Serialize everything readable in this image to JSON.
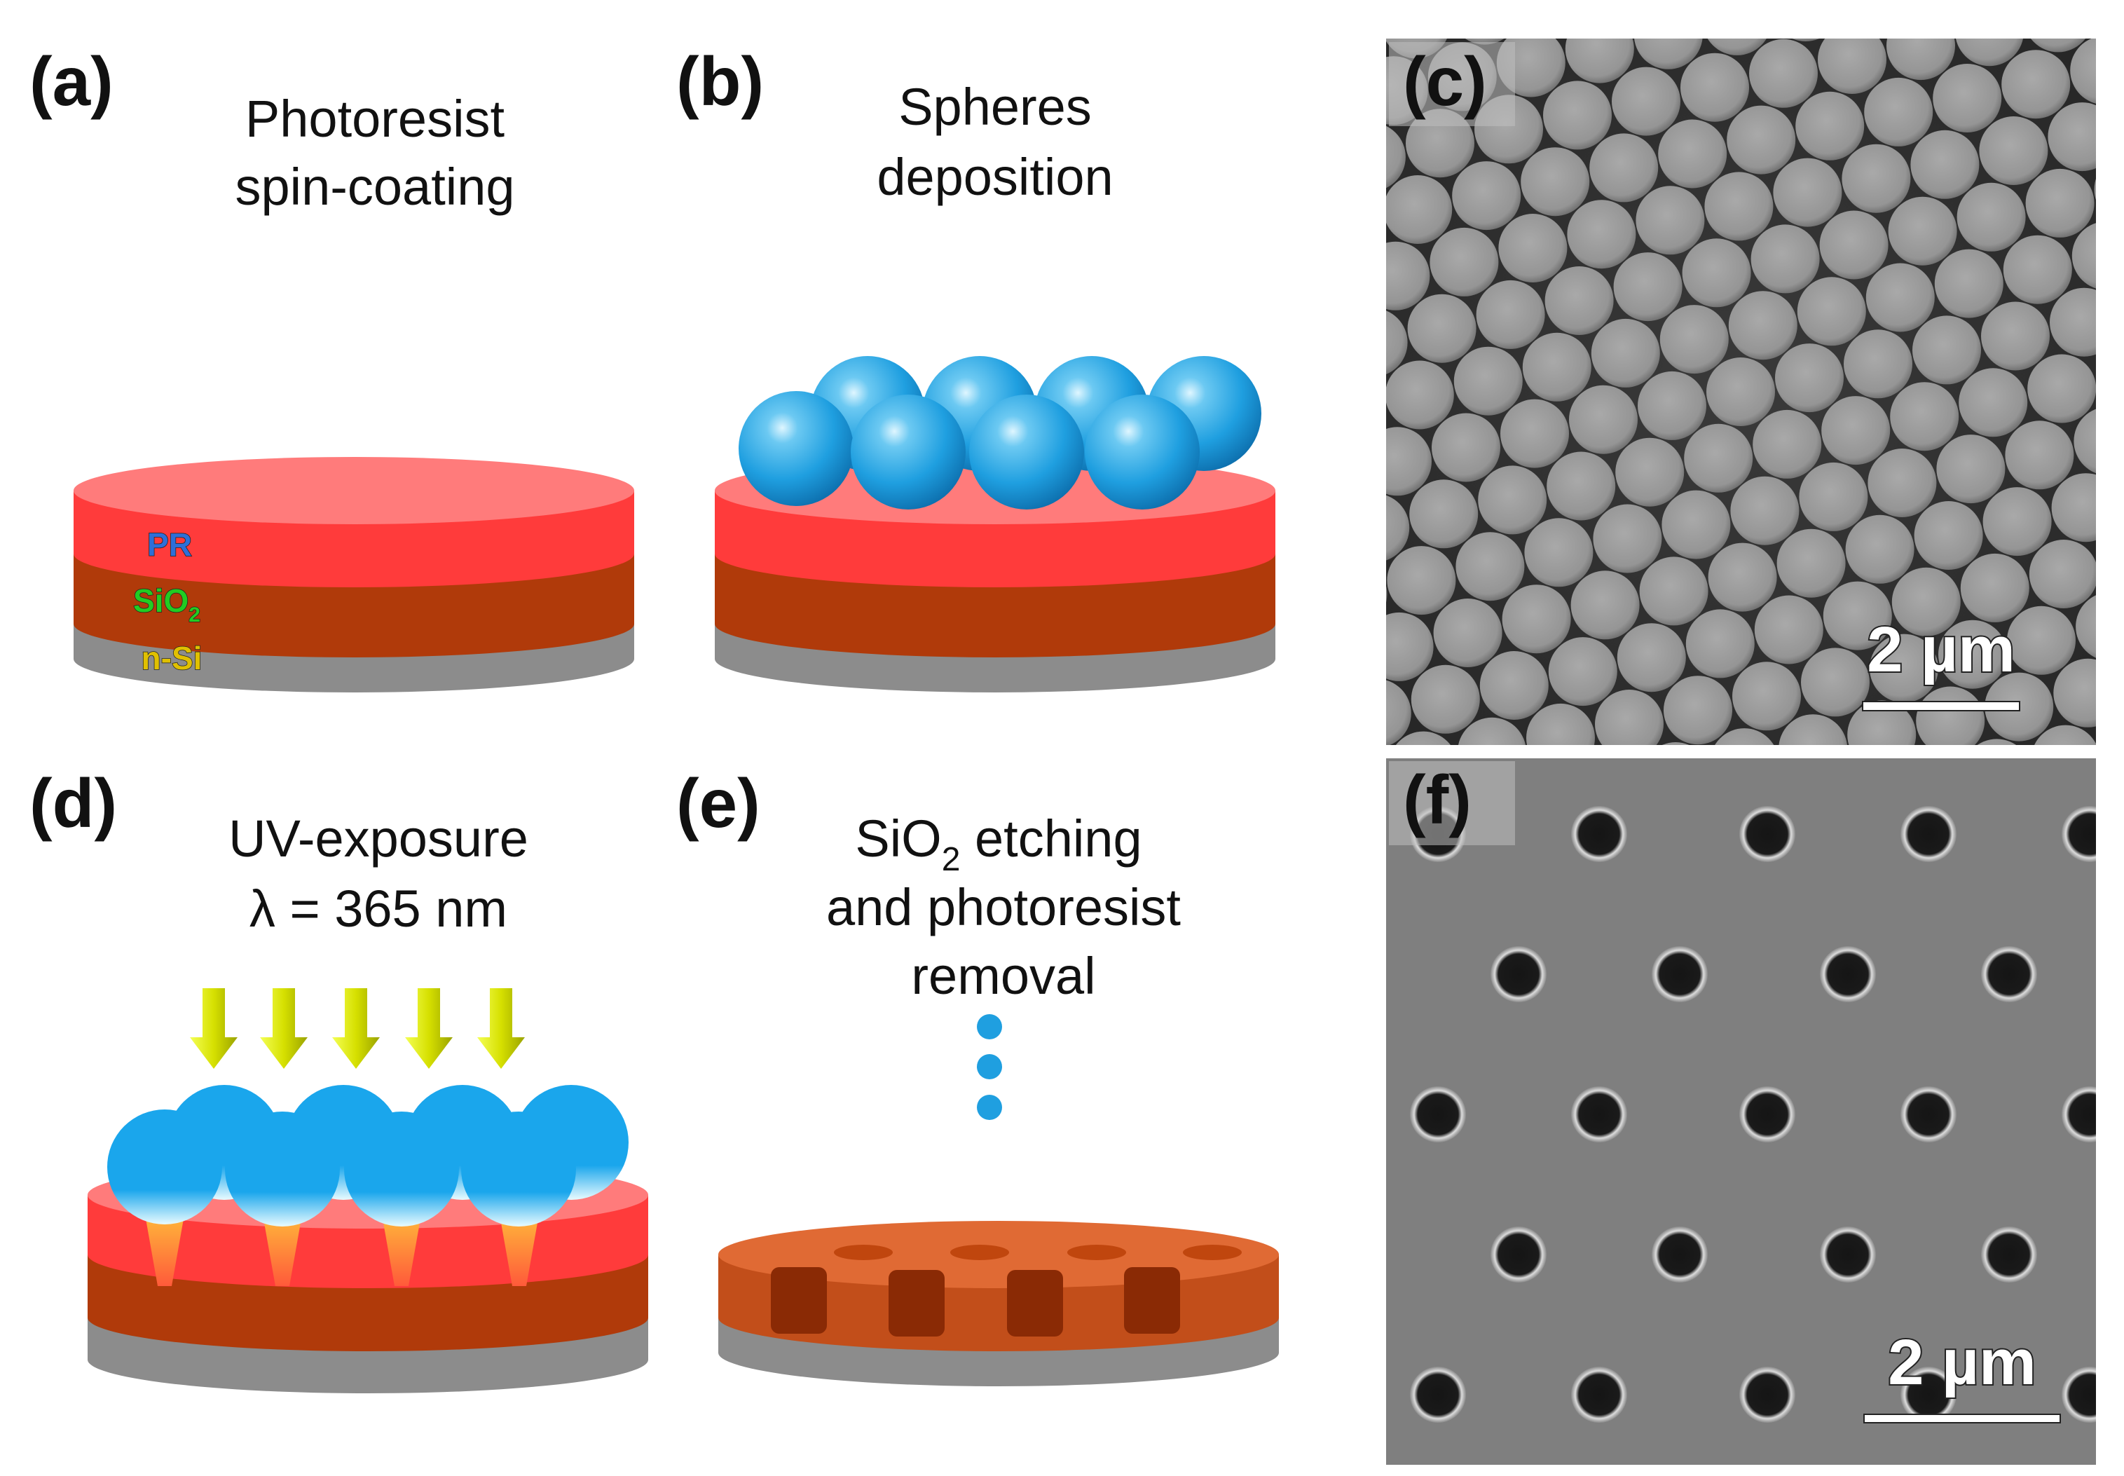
{
  "panels": {
    "a": {
      "label": "(a)",
      "title_lines": [
        "Photoresist",
        "spin-coating"
      ],
      "layers": {
        "pr": "PR",
        "sio2": "SiO",
        "sio2_sub": "2",
        "nsi": "n-Si"
      }
    },
    "b": {
      "label": "(b)",
      "title_lines": [
        "Spheres",
        "deposition"
      ]
    },
    "c": {
      "label": "(c)",
      "scale_text": "2 µm"
    },
    "d": {
      "label": "(d)",
      "title_lines": [
        "UV-exposure",
        "λ = 365 nm"
      ]
    },
    "e": {
      "label": "(e)",
      "title_line1_main": "SiO",
      "title_line1_sub": "2",
      "title_line1_rest": " etching",
      "title_lines_rest": [
        "and photoresist",
        "removal"
      ]
    },
    "f": {
      "label": "(f)",
      "scale_text": "2 µm"
    }
  },
  "colors": {
    "photoresist": "#ff3b3b",
    "photoresist_top": "#ff7b7b",
    "sio2": "#b03a0a",
    "silicon": "#8c8c8c",
    "sphere": "#1f9fe0",
    "uv_arrow": "#d8e000",
    "pr_label": "#2e6fd8",
    "sio2_label": "#22cc22",
    "nsi_label": "#e0c000"
  }
}
